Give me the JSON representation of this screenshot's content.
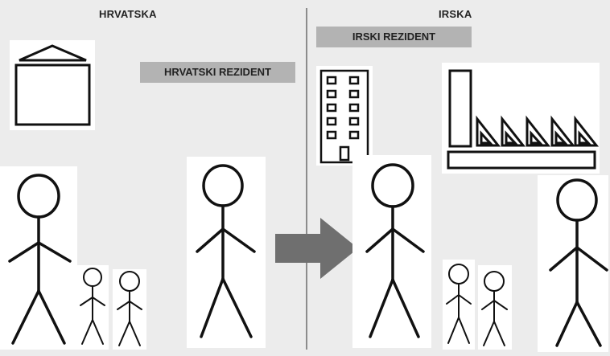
{
  "left_side": {
    "country": "HRVATSKA",
    "resident_label": "HRVATSKI REZIDENT"
  },
  "right_side": {
    "country": "IRSKA",
    "resident_label": "IRSKI REZIDENT"
  },
  "icons": {
    "house": "house-icon",
    "apartment_building": "apartment-building-icon",
    "factory": "factory-icon",
    "arrow": "right-arrow-icon",
    "person": "stick-figure-icon"
  },
  "colors": {
    "background": "#ececec",
    "panel": "#ffffff",
    "badge": "#b3b3b3",
    "arrow": "#6f6f6f",
    "stroke": "#111111",
    "divider": "#8c8c8c"
  }
}
